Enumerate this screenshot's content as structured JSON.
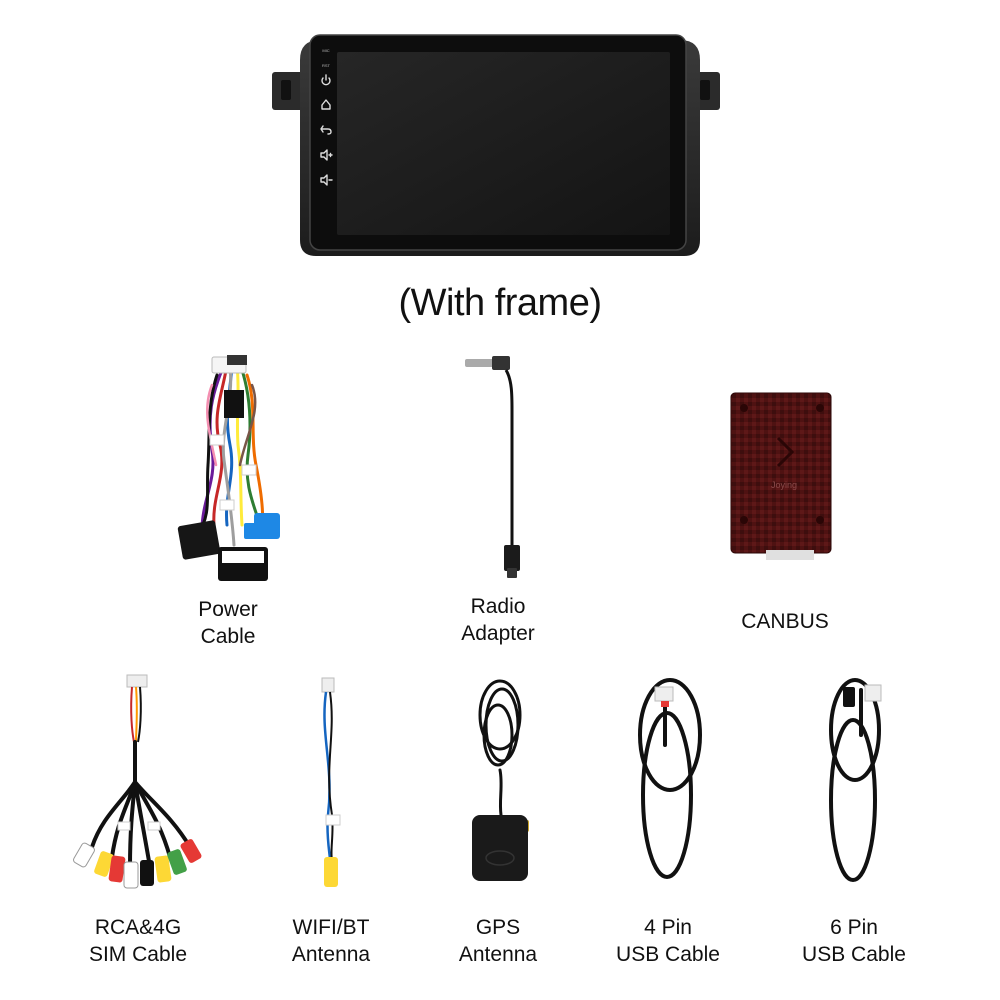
{
  "product": {
    "caption": "(With frame)",
    "side_buttons": [
      {
        "icon": "mic-icon",
        "text": "MIC"
      },
      {
        "icon": "reset-icon",
        "text": "RST"
      },
      {
        "icon": "power-icon"
      },
      {
        "icon": "home-icon"
      },
      {
        "icon": "back-icon"
      },
      {
        "icon": "volume-up-icon"
      },
      {
        "icon": "volume-down-icon"
      }
    ]
  },
  "accessories_row1": [
    {
      "name": "power-cable",
      "label_lines": [
        "Power",
        "Cable"
      ]
    },
    {
      "name": "radio-adapter",
      "label_lines": [
        "Radio",
        "Adapter"
      ]
    },
    {
      "name": "canbus",
      "label_lines": [
        "CANBUS"
      ],
      "box_text": "Joying"
    }
  ],
  "accessories_row2": [
    {
      "name": "rca-4g-sim-cable",
      "label_lines": [
        "RCA&4G",
        "SIM Cable"
      ]
    },
    {
      "name": "wifi-bt-antenna",
      "label_lines": [
        "WIFI/BT",
        "Antenna"
      ]
    },
    {
      "name": "gps-antenna",
      "label_lines": [
        "GPS",
        "Antenna"
      ]
    },
    {
      "name": "4-pin-usb-cable",
      "label_lines": [
        "4 Pin",
        "USB Cable"
      ]
    },
    {
      "name": "6-pin-usb-cable",
      "label_lines": [
        "6 Pin",
        "USB Cable"
      ]
    }
  ],
  "colors": {
    "screen": "#1a1a1a",
    "bezel": "#0d0d0d",
    "frame": "#2a2a2a",
    "canbus_box": "#5a1414",
    "text": "#111111"
  }
}
